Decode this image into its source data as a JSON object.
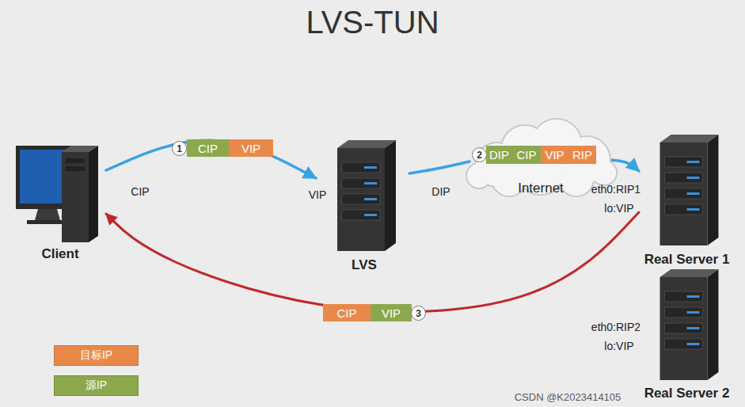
{
  "diagram": {
    "title": "LVS-TUN",
    "nodes": [
      {
        "text": [
          "Client"
        ]
      },
      {
        "text": [
          "LVS"
        ]
      },
      {
        "text": [
          "Internet"
        ]
      },
      {
        "text": [
          "Real Server 1"
        ]
      },
      {
        "text": [
          "Real Server 2"
        ]
      }
    ],
    "edges": [
      {
        "from": 0,
        "to": 1,
        "arrow": "to"
      },
      {
        "from": 1,
        "to": 2,
        "arrow": "none"
      },
      {
        "from": 2,
        "to": 3,
        "arrow": "to"
      },
      {
        "from": 3,
        "to": 0,
        "arrow": "to"
      }
    ],
    "labels": [
      "1",
      "CIP",
      "VIP",
      "2",
      "DIP",
      "CIP",
      "VIP",
      "RIP",
      "CIP",
      "VIP",
      "3",
      "CIP",
      "VIP",
      "DIP",
      "eth0:RIP1",
      "lo:VIP",
      "eth0:RIP2",
      "lo:VIP",
      "CSDN @K2023414105"
    ],
    "legend": [
      {
        "text": "目标IP",
        "color": "#e8894a"
      },
      {
        "text": "源IP",
        "color": "#8ca84c"
      }
    ]
  }
}
